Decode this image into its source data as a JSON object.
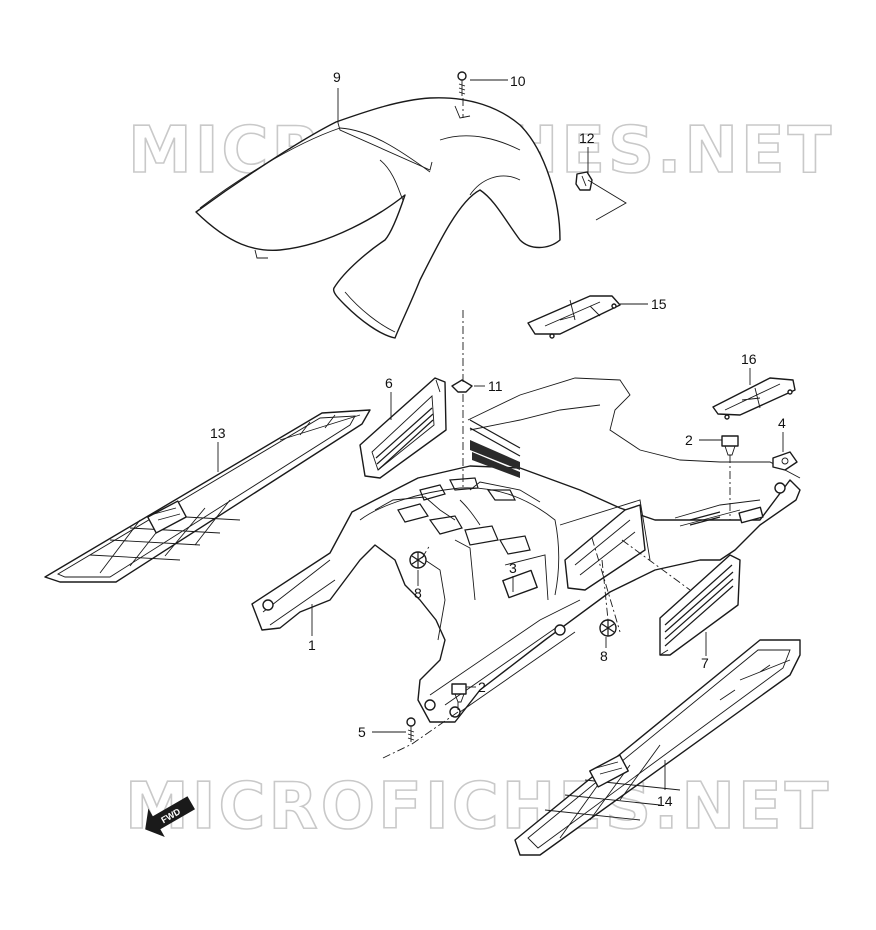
{
  "watermark": {
    "top": "MICROFICHES.NET",
    "bottom": "MICROFICHES.NET"
  },
  "fwd_badge": "FWD",
  "callouts": [
    {
      "id": "9",
      "label": "9"
    },
    {
      "id": "10",
      "label": "10"
    },
    {
      "id": "12",
      "label": "12"
    },
    {
      "id": "15",
      "label": "15"
    },
    {
      "id": "6",
      "label": "6"
    },
    {
      "id": "11",
      "label": "11"
    },
    {
      "id": "16",
      "label": "16"
    },
    {
      "id": "13",
      "label": "13"
    },
    {
      "id": "2a",
      "label": "2"
    },
    {
      "id": "4",
      "label": "4"
    },
    {
      "id": "3",
      "label": "3"
    },
    {
      "id": "8a",
      "label": "8"
    },
    {
      "id": "8b",
      "label": "8"
    },
    {
      "id": "1",
      "label": "1"
    },
    {
      "id": "7",
      "label": "7"
    },
    {
      "id": "2b",
      "label": "2"
    },
    {
      "id": "5",
      "label": "5"
    },
    {
      "id": "14",
      "label": "14"
    }
  ]
}
